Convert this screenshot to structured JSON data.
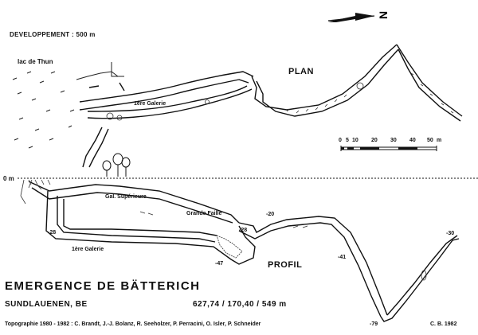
{
  "header": {
    "development": "DEVELOPPEMENT : 500 m",
    "lake": "lac de Thun"
  },
  "views": {
    "plan": "PLAN",
    "profile": "PROFIL"
  },
  "north_arrow": {
    "letter": "N",
    "icon": "north-arrow-icon"
  },
  "scale_bar": {
    "ticks": [
      "0",
      "5",
      "10",
      "20",
      "30",
      "40",
      "50"
    ],
    "unit": "m"
  },
  "plan_labels": {
    "first_gallery": "1ère Galerie"
  },
  "profile_labels": {
    "zero": "0 m",
    "upper_gallery": "Gal. Supérieure",
    "big_fault": "Grande Faille",
    "first_gallery": "1ère Galerie"
  },
  "depths": {
    "d_minus28_left": "-28",
    "d_minus28_mid": "-28",
    "d_minus20": "-20",
    "d_minus47": "-47",
    "d_minus41": "-41",
    "d_minus79": "-79",
    "d_minus30": "-30"
  },
  "footer": {
    "title": "EMERGENCE DE BÄTTERICH",
    "location": "SUNDLAUENEN, BE",
    "coordinates": "627,74 / 170,40 / 549 m",
    "survey": "Topographie 1980 - 1982 : C. Brandt, J.-J. Bolanz, R. Seeholzer, P. Perracini, O. Isler, P. Schneider",
    "signature": "C. B. 1982"
  }
}
